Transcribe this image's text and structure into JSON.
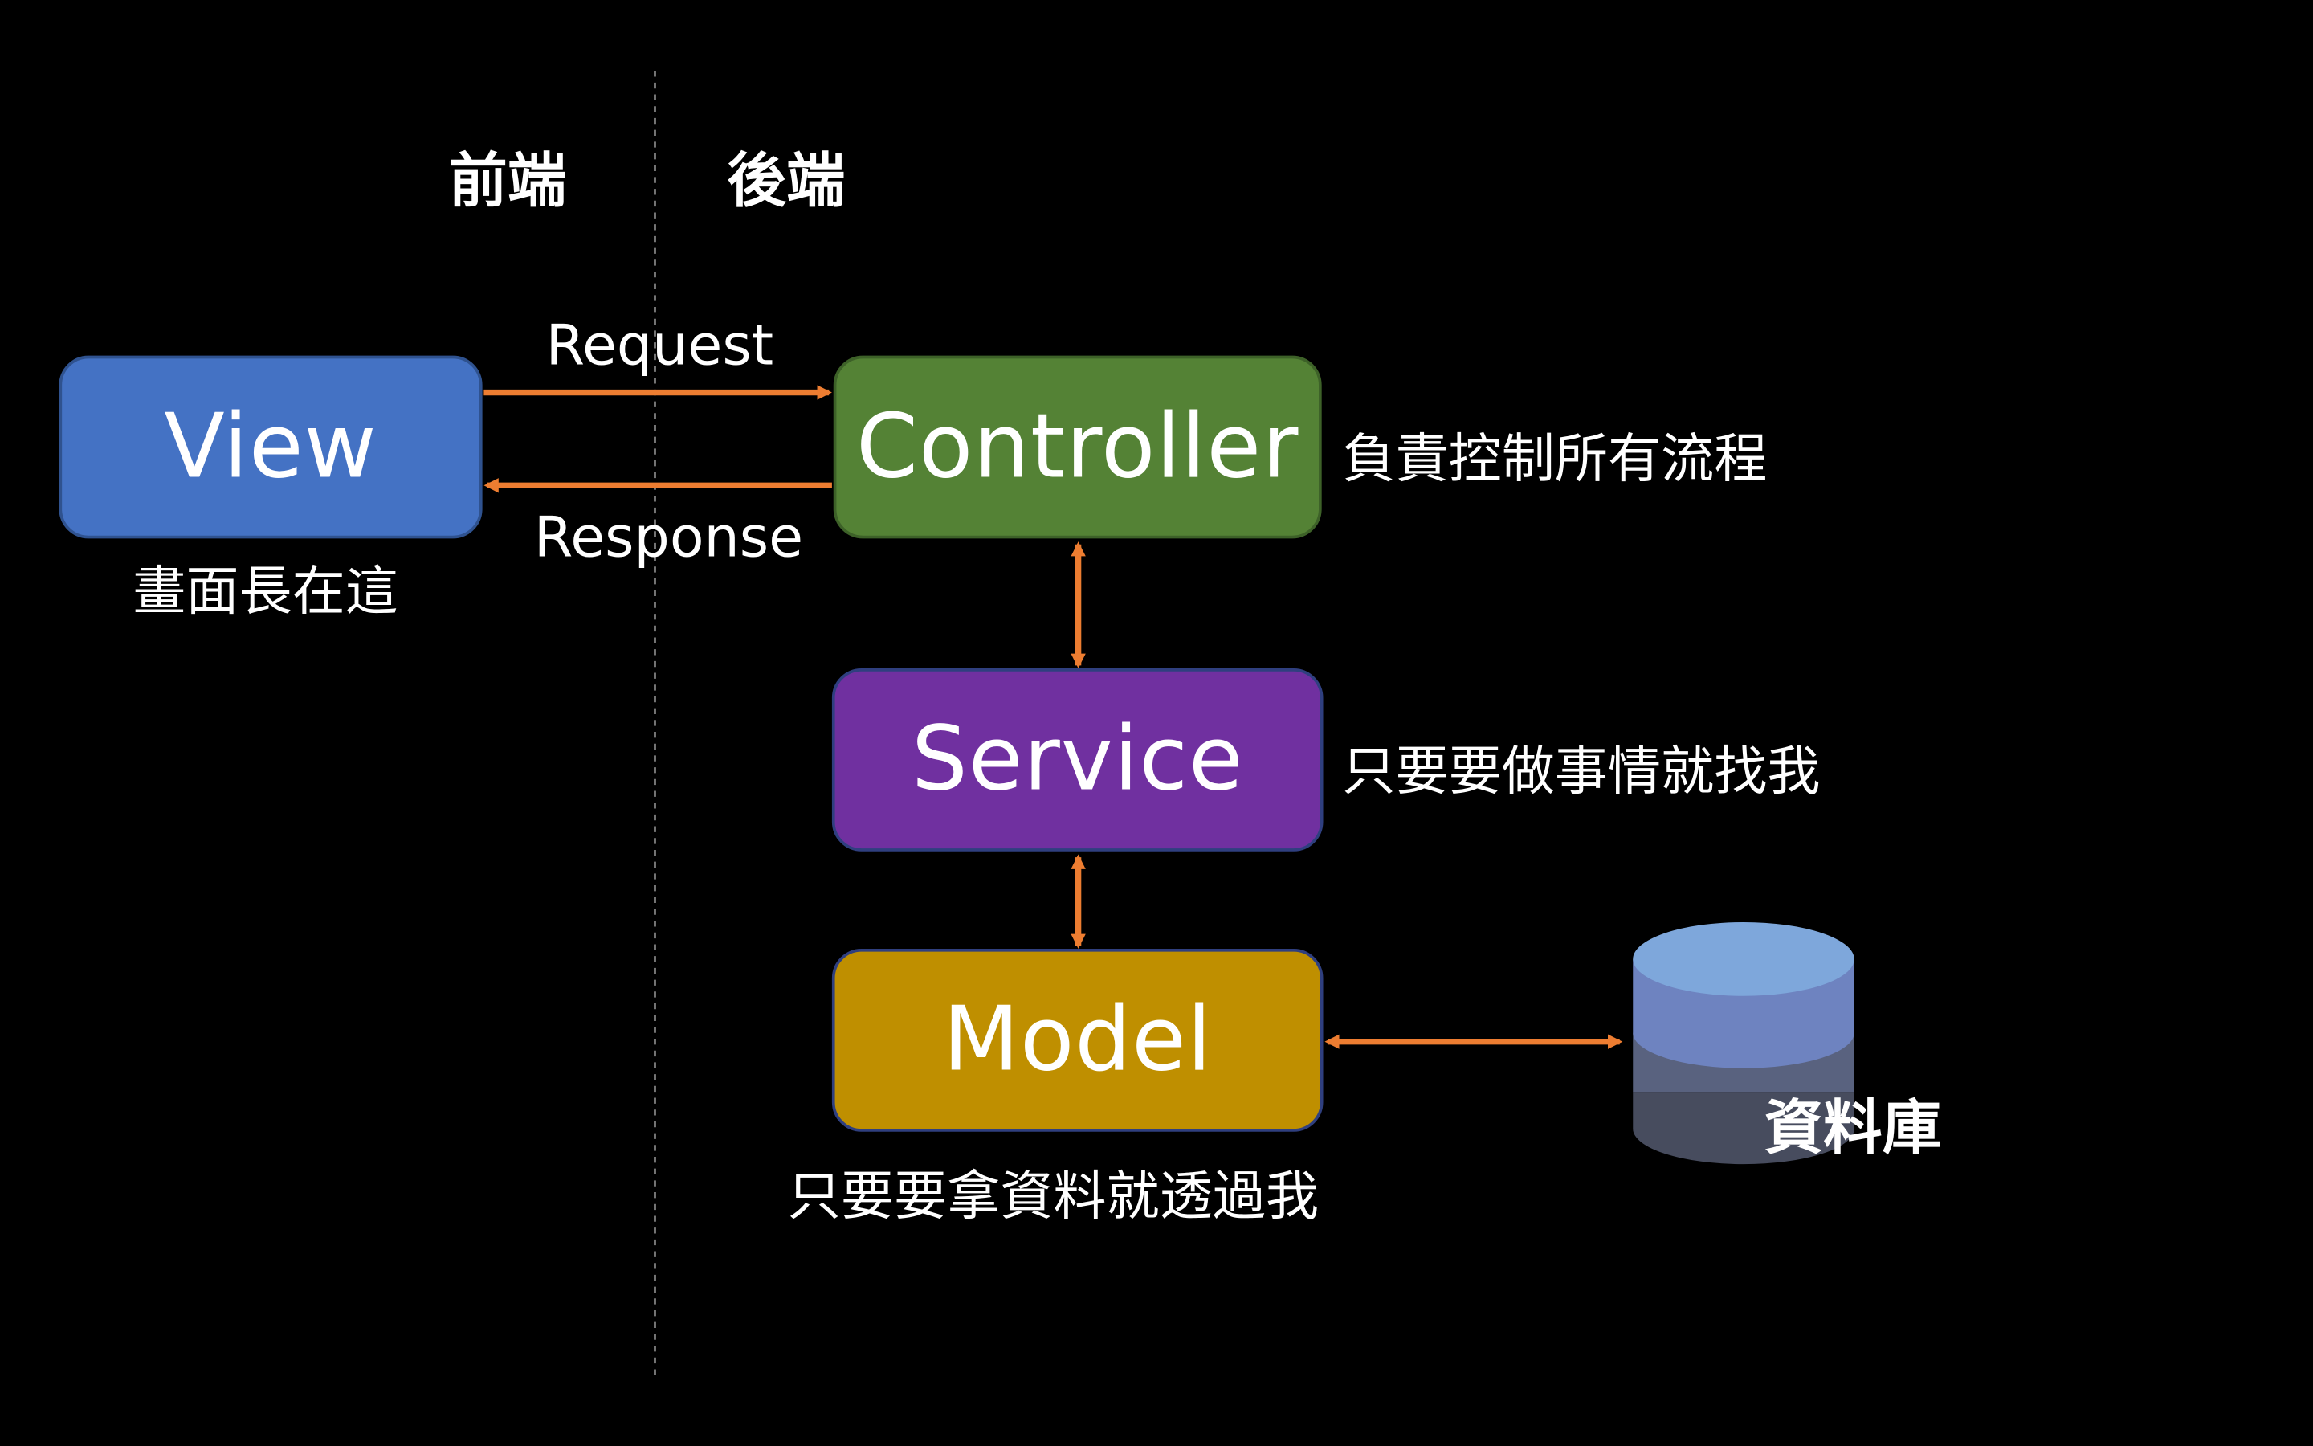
{
  "headings": {
    "frontend": "前端",
    "backend": "後端"
  },
  "arrows": {
    "request_label": "Request",
    "response_label": "Response"
  },
  "components": {
    "view": {
      "label": "View",
      "caption": "畫面長在這",
      "color": "#4472C4"
    },
    "controller": {
      "label": "Controller",
      "caption": "負責控制所有流程",
      "color": "#548235"
    },
    "service": {
      "label": "Service",
      "caption": "只要要做事情就找我",
      "color": "#7030A0"
    },
    "model": {
      "label": "Model",
      "caption": "只要要拿資料就透過我",
      "color": "#BF8F00"
    }
  },
  "database": {
    "label": "資料庫"
  },
  "colors": {
    "background": "#000000",
    "arrow": "#ED7D31",
    "divider": "#BFBFBF",
    "db_top": "#7EA7DB",
    "db_mid1": "#6E83C0",
    "db_mid2": "#59627F",
    "db_bottom": "#474C5E"
  }
}
